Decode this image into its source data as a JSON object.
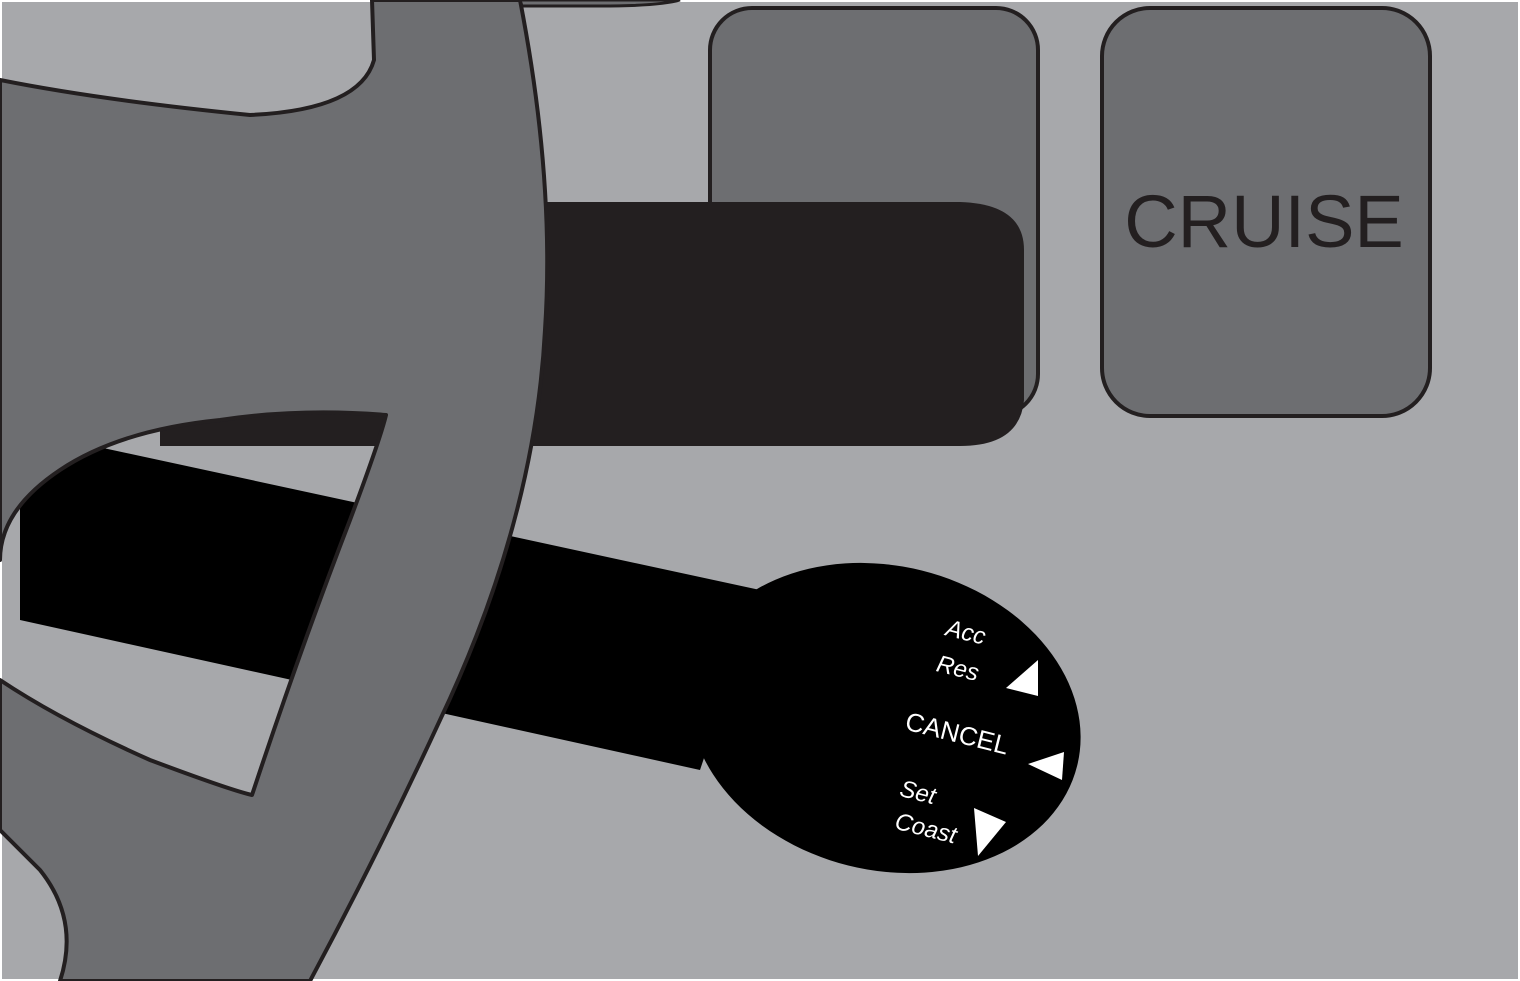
{
  "colors": {
    "background": "#a7a8ab",
    "wheel": "#6d6e71",
    "outline": "#231f20",
    "stalk": "#000000",
    "stalk_upper": "#231f20",
    "button_text": "#231f20",
    "label_text": "#ffffff"
  },
  "buttons": {
    "left_button_label": "",
    "cruise_button_label": "CRUISE"
  },
  "stalk_labels": {
    "acc_line1": "Acc",
    "acc_line2": "Res",
    "cancel": "CANCEL",
    "set_line1": "Set",
    "set_line2": "Coast"
  },
  "icons": {
    "acc_res_arrow": "triangle-left-icon",
    "cancel_arrow": "triangle-left-icon",
    "set_coast_arrow": "triangle-down-icon"
  }
}
